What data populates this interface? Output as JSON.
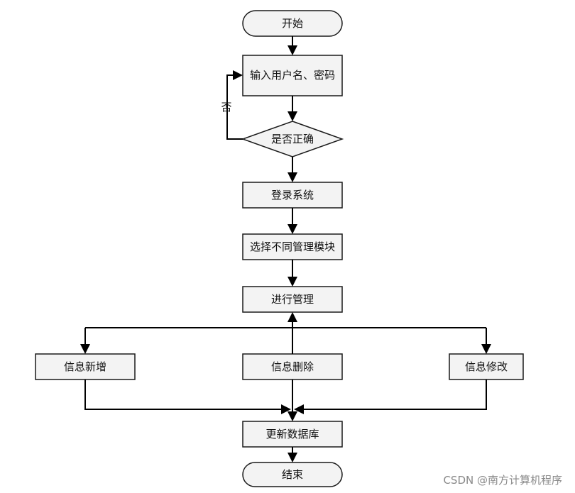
{
  "nodes": {
    "start": "开始",
    "input": "输入用户名、密码",
    "check": "是否正确",
    "login": "登录系统",
    "select_module": "选择不同管理模块",
    "manage": "进行管理",
    "info_add": "信息新增",
    "info_delete": "信息删除",
    "info_edit": "信息修改",
    "update_db": "更新数据库",
    "end": "结束"
  },
  "edge_labels": {
    "no": "否"
  },
  "watermark": "CSDN @南方计算机程序"
}
